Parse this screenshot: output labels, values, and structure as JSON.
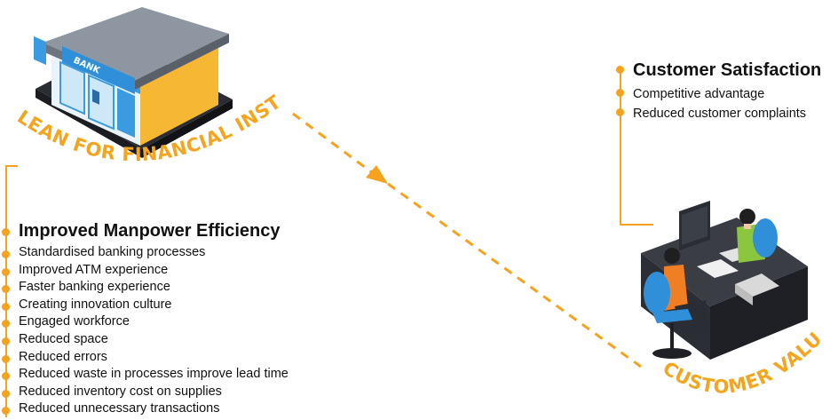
{
  "left_block": {
    "arc_label": "LEAN FOR FINANCIAL INSTITUTES OPERATIONS",
    "heading": "Improved Manpower Efficiency",
    "items": [
      "Standardised banking processes",
      "Improved ATM experience",
      "Faster banking experience",
      "Creating innovation culture",
      "Engaged workforce",
      "Reduced space",
      "Reduced errors",
      "Reduced waste in processes improve lead time",
      "Reduced inventory cost on supplies",
      "Reduced unnecessary transactions"
    ]
  },
  "right_block": {
    "arc_label": "CUSTOMER VALUE CREATION",
    "heading": "Customer Satisfaction",
    "items": [
      "Competitive advantage",
      "Reduced customer complaints"
    ]
  },
  "bank_sign": "BANK",
  "colors": {
    "accent": "#F5A21E",
    "bank_wall": "#F6B733",
    "bank_blue": "#3A9BE0"
  }
}
